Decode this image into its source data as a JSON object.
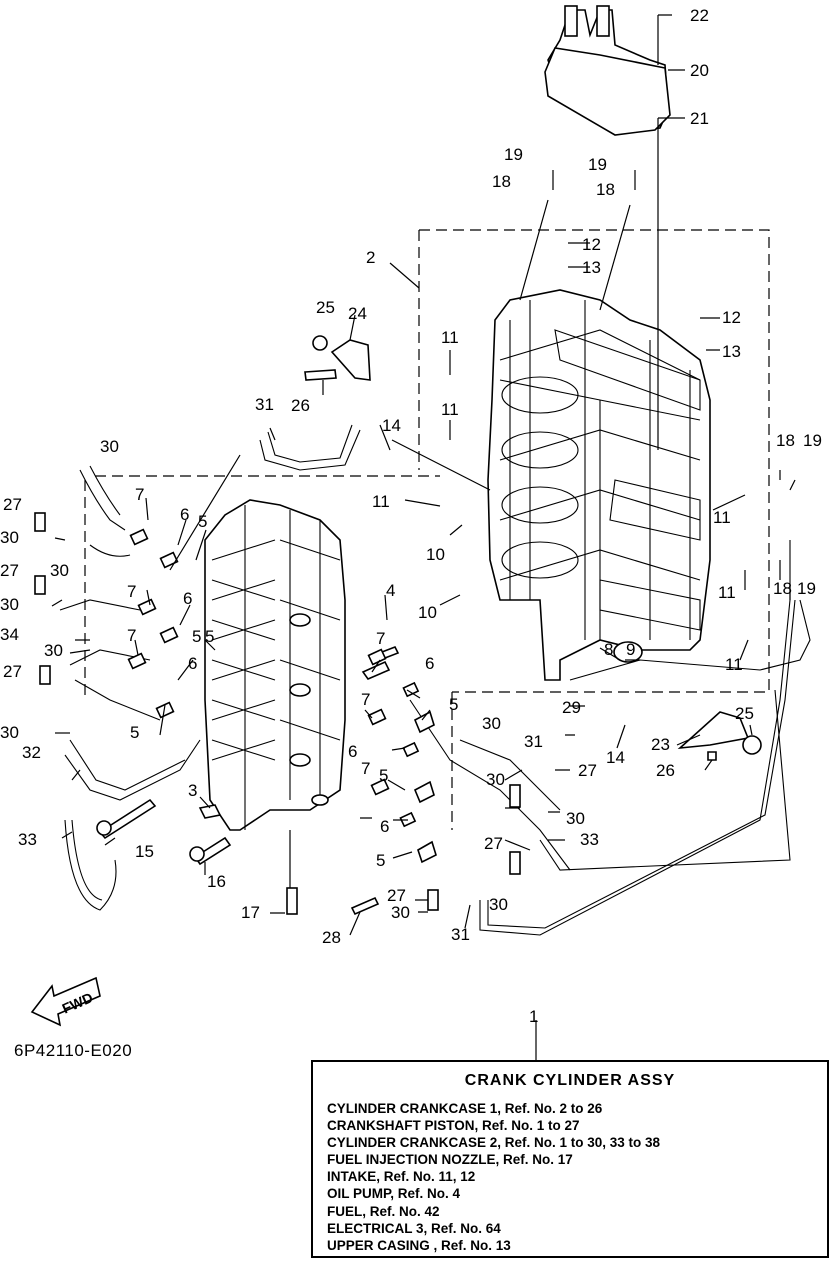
{
  "figure": {
    "code": "6P42110-E020",
    "fwd_label": "FWD"
  },
  "callouts": [
    {
      "id": "c1",
      "text": "1"
    },
    {
      "id": "c2",
      "text": "2"
    },
    {
      "id": "c3",
      "text": "3"
    },
    {
      "id": "c4",
      "text": "4"
    },
    {
      "id": "c5a",
      "text": "5"
    },
    {
      "id": "c5b",
      "text": "5"
    },
    {
      "id": "c5c",
      "text": "5"
    },
    {
      "id": "c5d",
      "text": "5"
    },
    {
      "id": "c5e",
      "text": "5"
    },
    {
      "id": "c5f",
      "text": "5"
    },
    {
      "id": "c5g",
      "text": "5"
    },
    {
      "id": "c6a",
      "text": "6"
    },
    {
      "id": "c6b",
      "text": "6"
    },
    {
      "id": "c6c",
      "text": "6"
    },
    {
      "id": "c6d",
      "text": "6"
    },
    {
      "id": "c6e",
      "text": "6"
    },
    {
      "id": "c6f",
      "text": "6"
    },
    {
      "id": "c7a",
      "text": "7"
    },
    {
      "id": "c7b",
      "text": "7"
    },
    {
      "id": "c7c",
      "text": "7"
    },
    {
      "id": "c7d",
      "text": "7"
    },
    {
      "id": "c7e",
      "text": "7"
    },
    {
      "id": "c7f",
      "text": "7"
    },
    {
      "id": "c8",
      "text": "8"
    },
    {
      "id": "c9",
      "text": "9"
    },
    {
      "id": "c10a",
      "text": "10"
    },
    {
      "id": "c10b",
      "text": "10"
    },
    {
      "id": "c11a",
      "text": "11"
    },
    {
      "id": "c11b",
      "text": "11"
    },
    {
      "id": "c11c",
      "text": "11"
    },
    {
      "id": "c11d",
      "text": "11"
    },
    {
      "id": "c11e",
      "text": "11"
    },
    {
      "id": "c11f",
      "text": "11"
    },
    {
      "id": "c12a",
      "text": "12"
    },
    {
      "id": "c12b",
      "text": "12"
    },
    {
      "id": "c13a",
      "text": "13"
    },
    {
      "id": "c13b",
      "text": "13"
    },
    {
      "id": "c14a",
      "text": "14"
    },
    {
      "id": "c14b",
      "text": "14"
    },
    {
      "id": "c15",
      "text": "15"
    },
    {
      "id": "c16",
      "text": "16"
    },
    {
      "id": "c17",
      "text": "17"
    },
    {
      "id": "c18a",
      "text": "18"
    },
    {
      "id": "c18b",
      "text": "18"
    },
    {
      "id": "c18c",
      "text": "18"
    },
    {
      "id": "c18d",
      "text": "18"
    },
    {
      "id": "c19a",
      "text": "19"
    },
    {
      "id": "c19b",
      "text": "19"
    },
    {
      "id": "c19c",
      "text": "19"
    },
    {
      "id": "c19d",
      "text": "19"
    },
    {
      "id": "c20",
      "text": "20"
    },
    {
      "id": "c21",
      "text": "21"
    },
    {
      "id": "c22",
      "text": "22"
    },
    {
      "id": "c23",
      "text": "23"
    },
    {
      "id": "c24",
      "text": "24"
    },
    {
      "id": "c25a",
      "text": "25"
    },
    {
      "id": "c25b",
      "text": "25"
    },
    {
      "id": "c26a",
      "text": "26"
    },
    {
      "id": "c26b",
      "text": "26"
    },
    {
      "id": "c27a",
      "text": "27"
    },
    {
      "id": "c27b",
      "text": "27"
    },
    {
      "id": "c27c",
      "text": "27"
    },
    {
      "id": "c27d",
      "text": "27"
    },
    {
      "id": "c27e",
      "text": "27"
    },
    {
      "id": "c27f",
      "text": "27"
    },
    {
      "id": "c28",
      "text": "28"
    },
    {
      "id": "c29",
      "text": "29"
    },
    {
      "id": "c30a",
      "text": "30"
    },
    {
      "id": "c30b",
      "text": "30"
    },
    {
      "id": "c30c",
      "text": "30"
    },
    {
      "id": "c30d",
      "text": "30"
    },
    {
      "id": "c30e",
      "text": "30"
    },
    {
      "id": "c30f",
      "text": "30"
    },
    {
      "id": "c30g",
      "text": "30"
    },
    {
      "id": "c30h",
      "text": "30"
    },
    {
      "id": "c30i",
      "text": "30"
    },
    {
      "id": "c30j",
      "text": "30"
    },
    {
      "id": "c30k",
      "text": "30"
    },
    {
      "id": "c31a",
      "text": "31"
    },
    {
      "id": "c31b",
      "text": "31"
    },
    {
      "id": "c31c",
      "text": "31"
    },
    {
      "id": "c32",
      "text": "32"
    },
    {
      "id": "c33a",
      "text": "33"
    },
    {
      "id": "c33b",
      "text": "33"
    },
    {
      "id": "c34",
      "text": "34"
    }
  ],
  "legend": {
    "title": "CRANK CYLINDER ASSY",
    "items": [
      "CYLINDER CRANKCASE 1,  Ref. No. 2 to 26",
      "CRANKSHAFT PISTON,  Ref. No. 1 to 27",
      "CYLINDER CRANKCASE 2,  Ref. No. 1 to 30, 33 to 38",
      "FUEL INJECTION NOZZLE,  Ref. No. 17",
      "INTAKE,  Ref. No. 11, 12",
      "OIL PUMP,  Ref. No. 4",
      "FUEL,  Ref. No. 42",
      "ELECTRICAL 3,   Ref. No. 64",
      "UPPER CASING ,  Ref. No. 13"
    ]
  }
}
